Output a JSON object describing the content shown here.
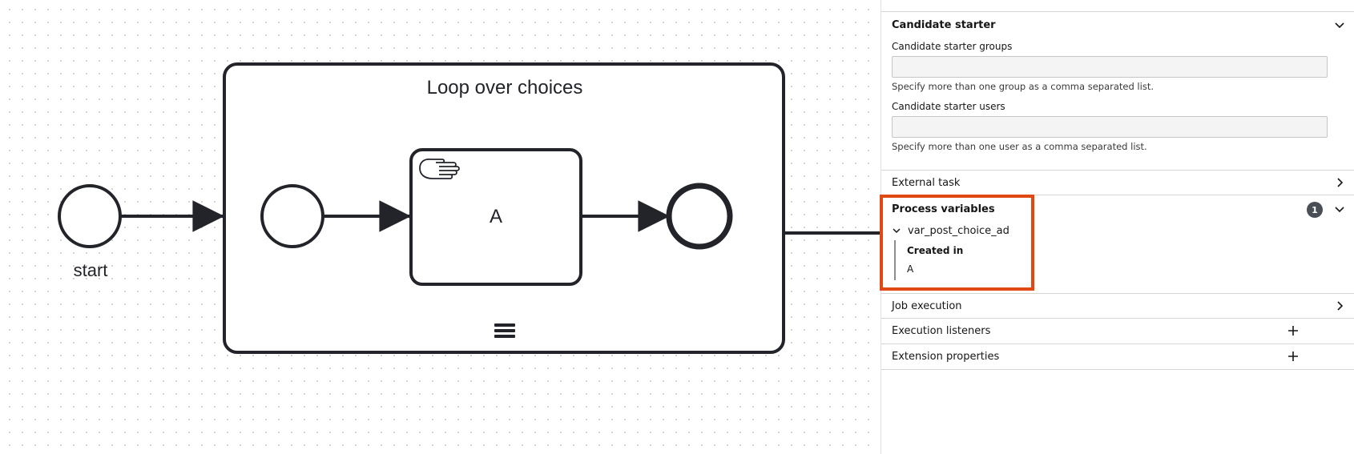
{
  "diagram": {
    "start_event_label": "start",
    "subprocess_title": "Loop over choices",
    "task_label": "A",
    "icons": {
      "task_type": "manual-task-hand-icon",
      "loop_marker": "sequential-multi-instance-icon"
    }
  },
  "panel": {
    "candidate_starter": {
      "title": "Candidate starter",
      "groups_label": "Candidate starter groups",
      "groups_value": "",
      "groups_help": "Specify more than one group as a comma separated list.",
      "users_label": "Candidate starter users",
      "users_value": "",
      "users_help": "Specify more than one user as a comma separated list."
    },
    "external_task": {
      "title": "External task"
    },
    "process_variables": {
      "title": "Process variables",
      "count": "1",
      "variable_name": "var_post_choice_ad",
      "created_in_label": "Created in",
      "created_in_value": "A"
    },
    "job_execution": {
      "title": "Job execution"
    },
    "execution_listeners": {
      "title": "Execution listeners"
    },
    "extension_properties": {
      "title": "Extension properties"
    }
  },
  "colors": {
    "highlight": "#e04a12",
    "stroke": "#22242a",
    "badge": "#4a4f57"
  }
}
